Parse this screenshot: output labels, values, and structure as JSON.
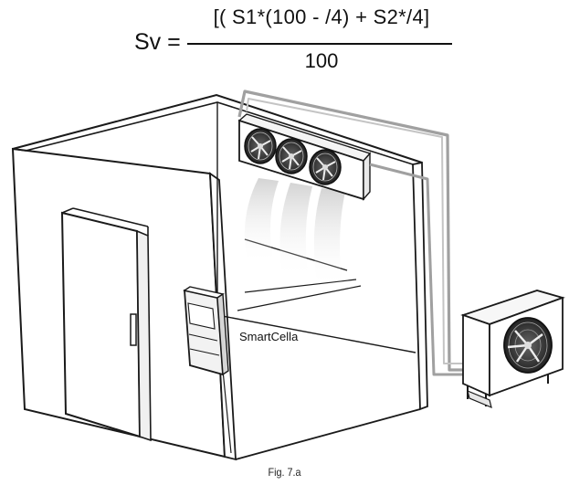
{
  "formula": {
    "lhs": "Sv =",
    "numerator": "[( S1*(100 - /4) + S2*/4]",
    "denominator": "100"
  },
  "labels": {
    "controller": "SmartCella"
  },
  "caption": "Fig. 7.a",
  "icons": [
    "evaporator-unit-icon",
    "condensing-unit-icon",
    "controller-icon",
    "door-icon"
  ],
  "colors": {
    "line": "#1a1a1a",
    "pipe": "#9a9a9a",
    "airflow": "#d8d8d8"
  }
}
